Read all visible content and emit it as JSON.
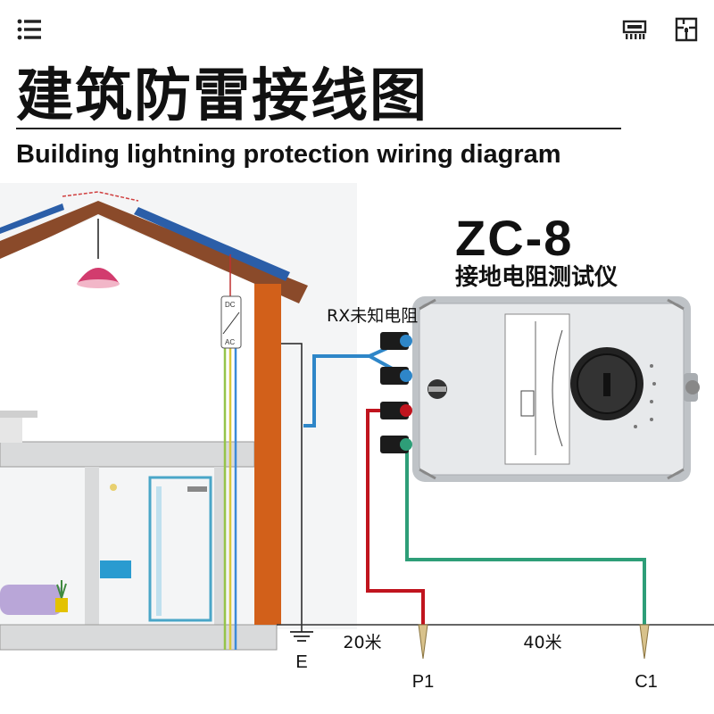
{
  "header": {
    "menu_icon": "menu-icon",
    "right_icons": [
      "chip-icon",
      "floorplan-icon"
    ],
    "title_cn": "建筑防雷接线图",
    "title_en": "Building lightning protection wiring diagram"
  },
  "instrument": {
    "model": "ZC-8",
    "name_cn": "接地电阻测试仪"
  },
  "labels": {
    "rx": "RX未知电阻",
    "earth": "E",
    "distance_1": "20米",
    "distance_2": "40米",
    "probe_p1": "P1",
    "probe_c1": "C1"
  },
  "wiring": {
    "house_to_instrument": "#2e86c8",
    "potential_probe": "#c0141e",
    "current_probe": "#2e9e78",
    "wall": "#d2601a"
  }
}
